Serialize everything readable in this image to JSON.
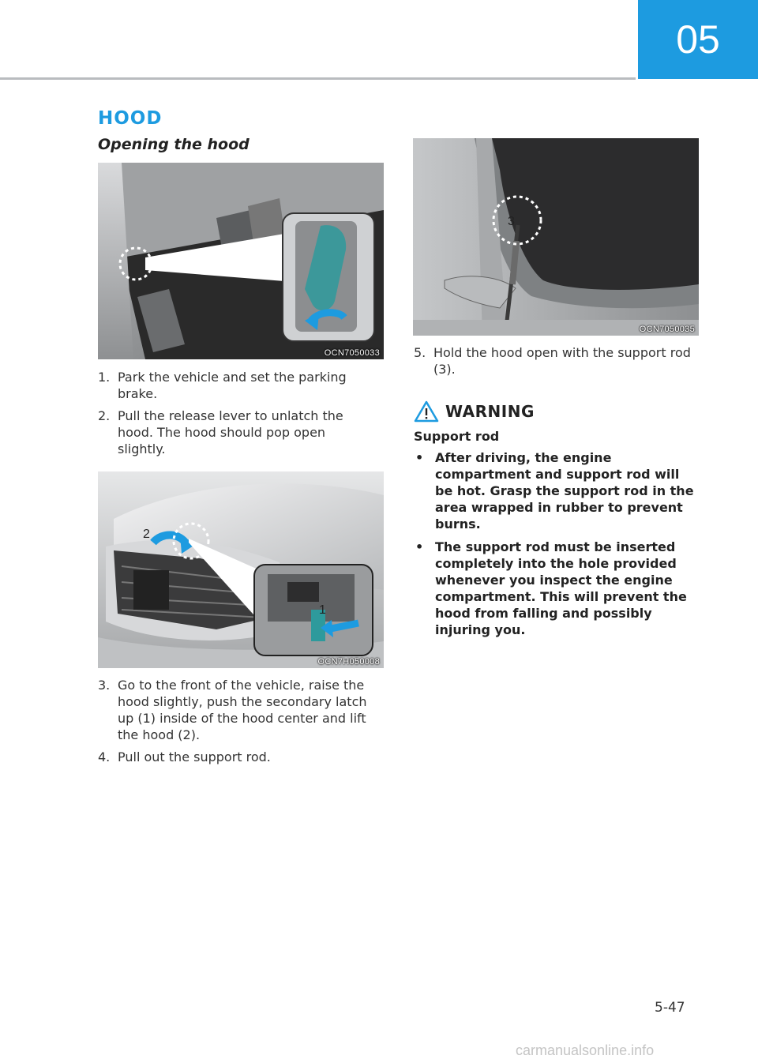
{
  "chapter": "05",
  "section_title": "HOOD",
  "subtitle": "Opening the hood",
  "figures": {
    "fig1": "OCN7050033",
    "fig2": "OCN7H050008",
    "fig3": "OCN7050035"
  },
  "figure_callouts": {
    "fig2_label_1": "1",
    "fig2_label_2": "2",
    "fig3_label_3": "3"
  },
  "steps_a": [
    {
      "num": "1.",
      "text": "Park the vehicle and set the parking brake."
    },
    {
      "num": "2.",
      "text": "Pull the release lever to unlatch the hood. The hood should pop open slightly."
    }
  ],
  "steps_b": [
    {
      "num": "3.",
      "text": "Go to the front of the vehicle, raise the hood slightly, push the secondary latch up (1) inside of the hood center and lift the hood (2)."
    },
    {
      "num": "4.",
      "text": "Pull out the support rod."
    }
  ],
  "steps_c": [
    {
      "num": "5.",
      "text": "Hold the hood open with the support rod (3)."
    }
  ],
  "warning": {
    "icon": "warning-triangle-icon",
    "label": "WARNING",
    "subtitle": "Support rod",
    "bullet": "•",
    "items": [
      "After driving, the engine compartment and support rod will be hot. Grasp the support rod in the area wrapped in rubber to prevent burns.",
      "The support rod must be inserted completely into the hole provided whenever you inspect the engine compartment. This will prevent the hood from falling and possibly injuring you."
    ]
  },
  "page_number": "5-47",
  "watermark": "carmanualsonline.info",
  "colors": {
    "accent": "#1d9be0",
    "rule": "#b9bcbf"
  }
}
